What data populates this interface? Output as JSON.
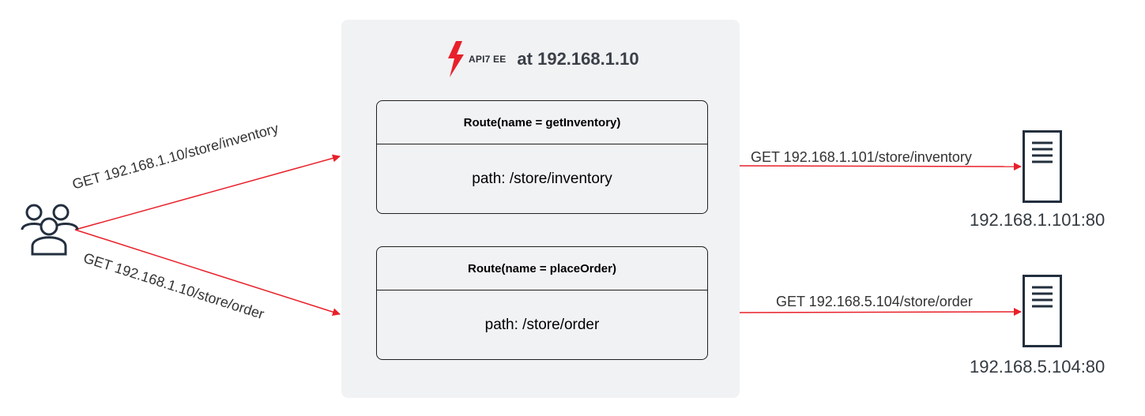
{
  "gateway": {
    "brand": "API7 EE",
    "host": "at 192.168.1.10",
    "logo_color": "#e8202a",
    "background": "#f1f2f4"
  },
  "routes": [
    {
      "header": "Route(name = getInventory)",
      "path": "path: /store/inventory"
    },
    {
      "header": "Route(name = placeOrder)",
      "path": "path: /store/order"
    }
  ],
  "client": {
    "icon": "users-icon"
  },
  "edges": {
    "client_to_inventory": "GET 192.168.1.10/store/inventory",
    "client_to_order": "GET 192.168.1.10/store/order",
    "gateway_to_inventory_upstream": "GET 192.168.1.101/store/inventory",
    "gateway_to_order_upstream": "GET 192.168.5.104/store/order",
    "arrow_color": "#e8202a"
  },
  "upstreams": [
    {
      "label": "192.168.1.101:80",
      "icon": "server-icon"
    },
    {
      "label": "192.168.5.104:80",
      "icon": "server-icon"
    }
  ]
}
